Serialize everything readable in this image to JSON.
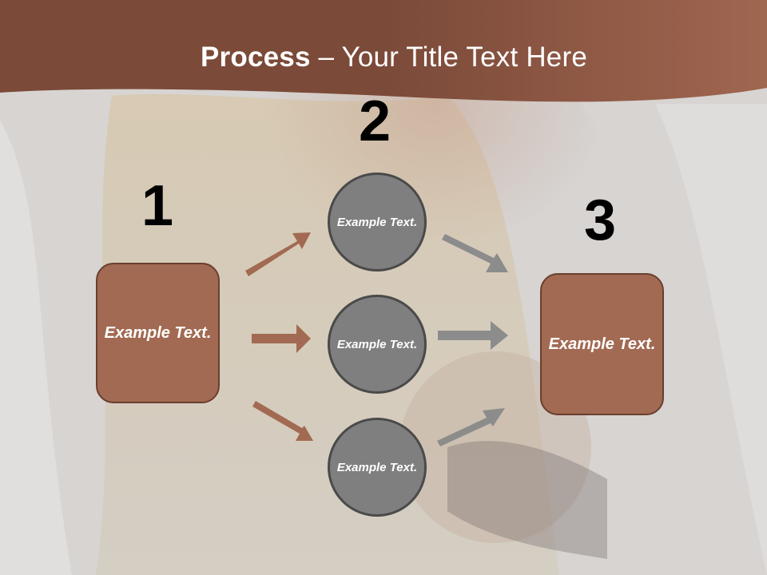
{
  "slide": {
    "title_bold": "Process",
    "title_rest": " – Your Title Text Here"
  },
  "steps": {
    "one": {
      "number": "1",
      "text": "Example Text."
    },
    "two": {
      "number": "2"
    },
    "three": {
      "number": "3",
      "text": "Example Text."
    }
  },
  "circles": [
    {
      "text": "Example Text."
    },
    {
      "text": "Example Text."
    },
    {
      "text": "Example Text."
    }
  ],
  "colors": {
    "header_brown": "#8a5643",
    "box_fill": "#a26a52",
    "box_border": "#6a3f2f",
    "circle_fill": "#7f7f7f",
    "arrow_brown": "#a26a52",
    "arrow_gray": "#8c8c8c"
  }
}
